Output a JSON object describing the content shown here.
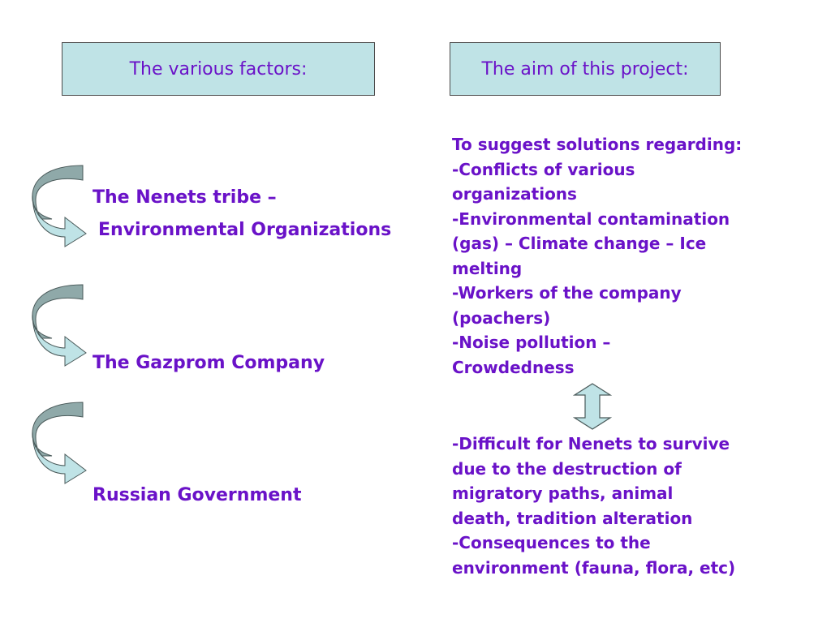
{
  "headers": {
    "factors": "The various factors:",
    "aim": "The aim of this project:"
  },
  "factors": {
    "nenets_line1": "The Nenets tribe –",
    "nenets_line2": "Environmental Organizations",
    "gazprom": "The Gazprom Company",
    "government": "Russian Government"
  },
  "aim": {
    "lines": [
      "To suggest solutions regarding:",
      "-Conflicts of various",
      "organizations",
      "-Environmental contamination",
      "(gas) – Climate change – Ice",
      "melting",
      "-Workers of the company",
      "(poachers)",
      "-Noise pollution –",
      "Crowdedness"
    ]
  },
  "consequences": {
    "lines": [
      "-Difficult for Nenets to survive",
      "due to the destruction of",
      "migratory paths, animal",
      "death, tradition alteration",
      "-Consequences to the",
      "environment (fauna, flora, etc)"
    ]
  },
  "colors": {
    "text": "#6a12c8",
    "box_fill": "#bfe3e6",
    "arrow_top": "#8fa9a9",
    "arrow_bottom": "#bfe3e6"
  }
}
